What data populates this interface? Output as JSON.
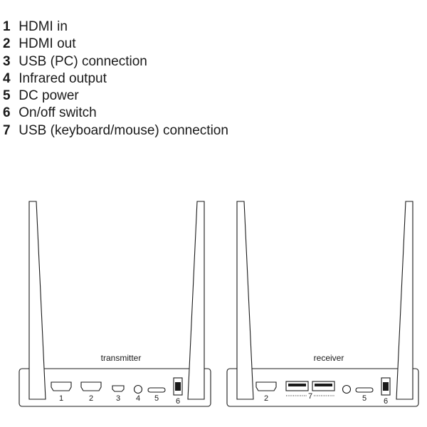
{
  "legend": [
    {
      "num": "1",
      "text": "HDMI in"
    },
    {
      "num": "2",
      "text": "HDMI out"
    },
    {
      "num": "3",
      "text": "USB (PC) connection"
    },
    {
      "num": "4",
      "text": "Infrared output"
    },
    {
      "num": "5",
      "text": "DC power"
    },
    {
      "num": "6",
      "text": "On/off switch"
    },
    {
      "num": "7",
      "text": "USB (keyboard/mouse) connection"
    }
  ],
  "transmitter": {
    "name": "transmitter",
    "port_labels": {
      "hdmi_in": "1",
      "hdmi_out": "2",
      "usb_pc": "3",
      "ir": "4",
      "dc": "5",
      "switch": "6"
    }
  },
  "receiver": {
    "name": "receiver",
    "port_labels": {
      "hdmi_out": "2",
      "usb_kbd_mouse": "7",
      "dc": "5",
      "switch": "6"
    }
  },
  "colors": {
    "line": "#1a1a1a",
    "antenna": "#ffffff"
  }
}
